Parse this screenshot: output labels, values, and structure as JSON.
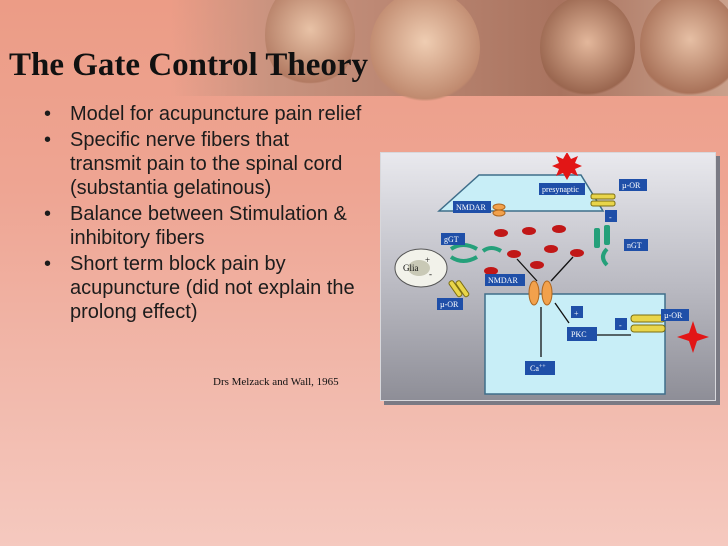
{
  "slide": {
    "title": "The Gate Control Theory",
    "bullets": [
      "Model for acupuncture pain relief",
      "Specific nerve fibers that transmit pain to the spinal cord (substantia gelatinous)",
      "Balance between Stimulation & inhibitory fibers",
      "Short term block pain by acupuncture (did not explain the prolong effect)"
    ],
    "bullet_glyph": "•",
    "citation": "Drs Melzack and Wall, 1965"
  },
  "diagram": {
    "labels": {
      "presynaptic": "presynaptic",
      "mu_or_top": "µ-OR",
      "nmdar_top": "NMDAR",
      "ngt_left": "gGT",
      "glia": "Glia",
      "mu_or_left": "µ-OR",
      "nmdar_mid": "NMDAR",
      "ngt_right": "nGT",
      "pkc": "PKC",
      "ca": "Ca",
      "ca_sup": "++",
      "mu_or_right": "µ-OR",
      "plus_glia": "+",
      "minus_glia": "-",
      "plus_pkc": "+",
      "minus_pkc": "-",
      "minus_top": "-"
    }
  },
  "colors": {
    "background": "#ef a493",
    "diagram_teal": "#c8eef7",
    "label_blue": "#1f4fa8"
  }
}
